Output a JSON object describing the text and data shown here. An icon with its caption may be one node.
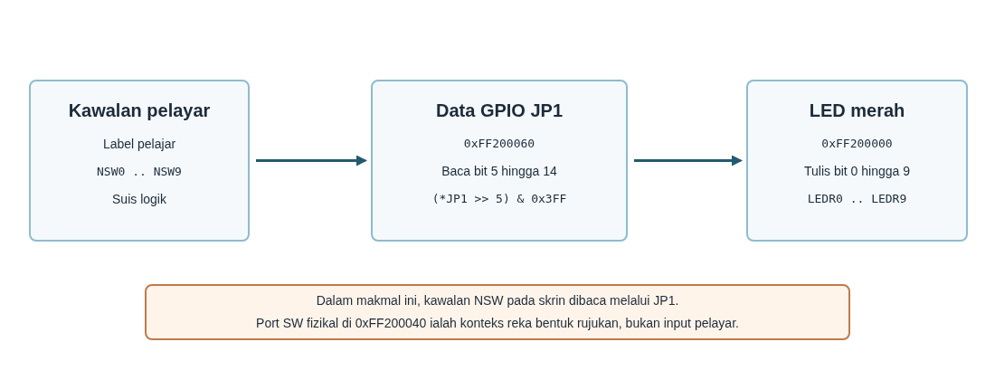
{
  "diagram": {
    "nodes": [
      {
        "text": [
          "Kawalan pelayar",
          "Label pelajar",
          "NSW0 .. NSW9",
          "Suis logik"
        ]
      },
      {
        "text": [
          "Data GPIO JP1",
          "0xFF200060",
          "Baca bit 5 hingga 14",
          "(*JP1 >> 5) & 0x3FF"
        ]
      },
      {
        "text": [
          "LED merah",
          "0xFF200000",
          "Tulis bit 0 hingga 9",
          "LEDR0 .. LEDR9"
        ]
      },
      {
        "text": [
          "Dalam makmal ini, kawalan NSW pada skrin dibaca melalui JP1.",
          "Port SW fizikal di 0xFF200040 ialah konteks reka bentuk rujukan, bukan input pelayar."
        ]
      }
    ],
    "edges": [
      {
        "from": 0,
        "to": 1,
        "arrow": "to"
      },
      {
        "from": 1,
        "to": 2,
        "arrow": "to"
      }
    ]
  }
}
